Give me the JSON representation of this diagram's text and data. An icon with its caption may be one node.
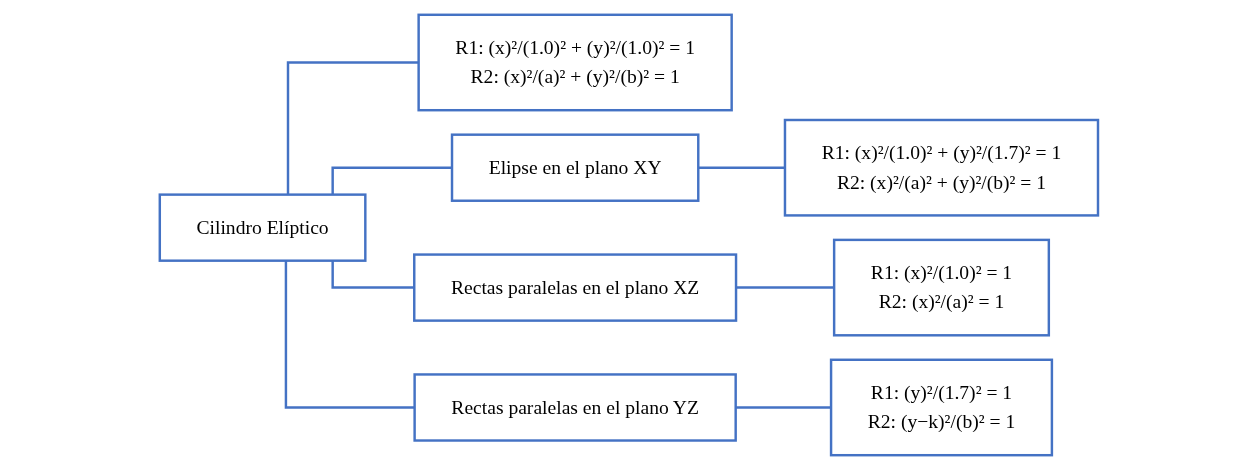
{
  "diagram": {
    "nodes": [
      {
        "text": [
          "Cilindro Elíptico"
        ]
      },
      {
        "text": [
          "R1: (x)²/(1.0)² + (y)²/(1.0)² = 1",
          "R2: (x)²/(a)² + (y)²/(b)² = 1"
        ]
      },
      {
        "text": [
          "Elipse en el plano XY"
        ]
      },
      {
        "text": [
          "R1: (x)²/(1.0)² + (y)²/(1.7)² = 1",
          "R2: (x)²/(a)² + (y)²/(b)² = 1"
        ]
      },
      {
        "text": [
          "Rectas paralelas en el plano XZ"
        ]
      },
      {
        "text": [
          "R1: (x)²/(1.0)² = 1",
          "R2: (x)²/(a)² = 1"
        ]
      },
      {
        "text": [
          "Rectas paralelas en el plano YZ"
        ]
      },
      {
        "text": [
          "R1: (y)²/(1.7)² = 1",
          "R2: (y−k)²/(b)² = 1"
        ]
      }
    ],
    "edges": [
      {
        "from": 0,
        "to": 1,
        "arrow": "none"
      },
      {
        "from": 0,
        "to": 2,
        "arrow": "none"
      },
      {
        "from": 0,
        "to": 4,
        "arrow": "none"
      },
      {
        "from": 0,
        "to": 6,
        "arrow": "none"
      },
      {
        "from": 2,
        "to": 3,
        "arrow": "none"
      },
      {
        "from": 4,
        "to": 5,
        "arrow": "none"
      },
      {
        "from": 6,
        "to": 7,
        "arrow": "none"
      }
    ]
  }
}
